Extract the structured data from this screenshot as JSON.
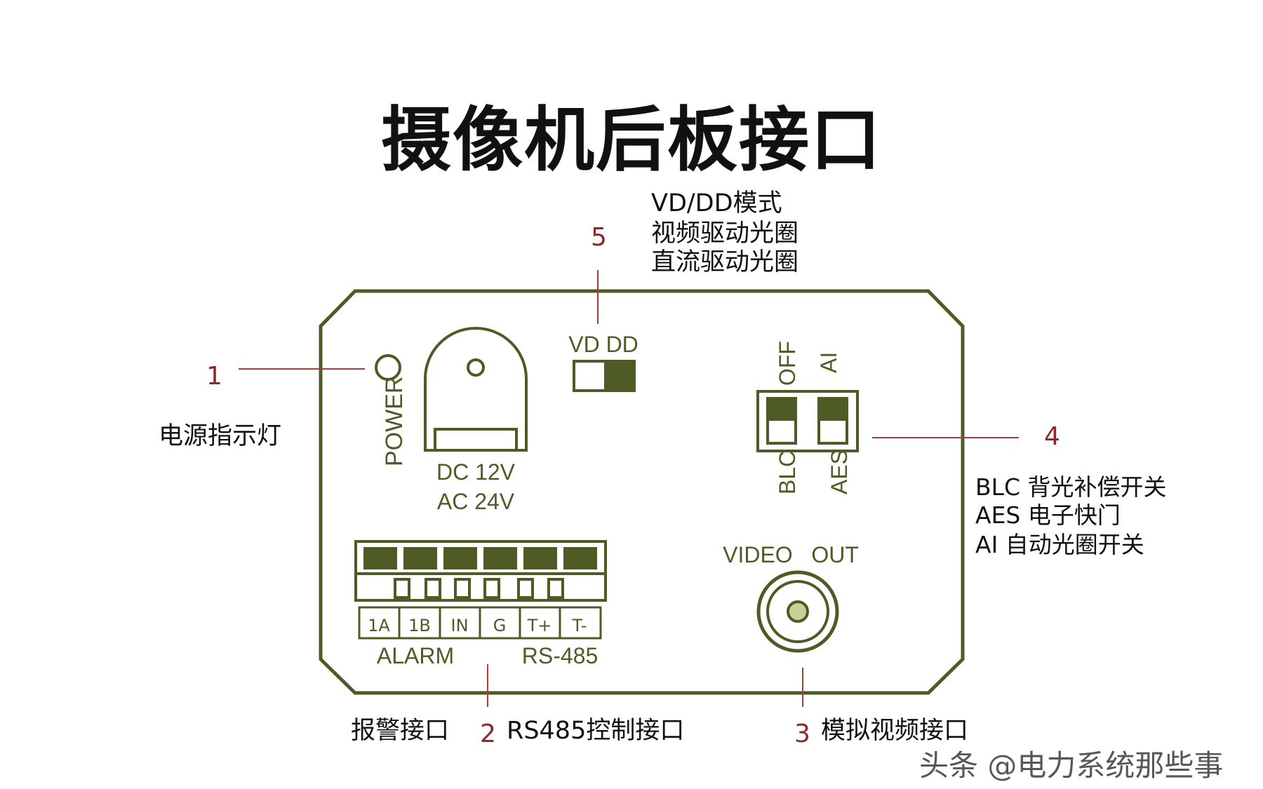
{
  "title": "摄像机后板接口",
  "callouts": {
    "c1": {
      "number": "1",
      "text": "电源指示灯"
    },
    "c2": {
      "number": "2",
      "left_text": "报警接口",
      "text": "RS485控制接口"
    },
    "c3": {
      "number": "3",
      "text": "模拟视频接口"
    },
    "c4": {
      "number": "4",
      "lines": [
        "BLC 背光补偿开关",
        "AES 电子快门",
        "AI 自动光圈开关"
      ]
    },
    "c5": {
      "number": "5",
      "lines": [
        "VD/DD模式",
        "视频驱动光圈",
        "直流驱动光圈"
      ]
    }
  },
  "panel": {
    "power_label": "POWER",
    "power_input": [
      "DC 12V",
      "AC 24V"
    ],
    "vd_dd_label": "VD DD",
    "switch_top_labels": [
      "OFF",
      "AI"
    ],
    "switch_bottom_labels": [
      "BLC",
      "AES"
    ],
    "terminal_labels": [
      "1A",
      "1B",
      "IN",
      "G",
      "T+",
      "T-"
    ],
    "alarm_label": "ALARM",
    "rs485_label": "RS-485",
    "video_out_label": "VIDEO   OUT"
  },
  "colors": {
    "panel_outline": "#4f5b24",
    "callout_line": "#b33a3a",
    "callout_number": "#8a2a2a"
  },
  "watermark": "头条 @电力系统那些事"
}
